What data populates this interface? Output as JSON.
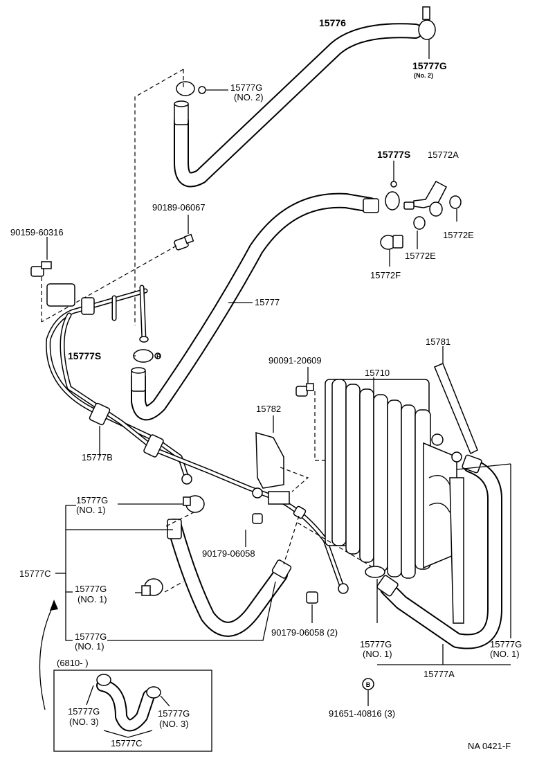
{
  "labels": {
    "hose_top": "15776",
    "clamp_top_right": "15777G",
    "clamp_top_right_sub": "(No. 2)",
    "clamp_top_left": "15777G",
    "clamp_top_left_sub": "(NO. 2)",
    "clip_s_top": "15777S",
    "bracket_top": "15772A",
    "bolt_a": "90189-06067",
    "bolt_b": "90159-60316",
    "grommet_e1": "15772E",
    "grommet_e2": "15772E",
    "collar_f": "15772F",
    "hose_mid": "15777",
    "clip_s_mid": "15777S",
    "bracket_rod": "15781",
    "bolt_c": "90091-20609",
    "cooler": "15710",
    "bracket_mid": "15782",
    "tube_b": "15777B",
    "clamp_no1_a": "15777G",
    "clamp_no1_a_sub": "(NO. 1)",
    "bolt_d": "90179-06058",
    "hose_assy_c": "15777C",
    "clamp_no1_b": "15777G",
    "clamp_no1_b_sub": "(NO. 1)",
    "clamp_no1_c": "15777G",
    "clamp_no1_c_sub": "(NO. 1)",
    "nut_e": "90179-06058 (2)",
    "clamp_no1_d": "15777G",
    "clamp_no1_d_sub": "(NO. 1)",
    "clamp_no1_e": "15777G",
    "clamp_no1_e_sub": "(NO. 1)",
    "hose_assy_a": "15777A",
    "date_range": "(6810-           )",
    "clamp_no3_a": "15777G",
    "clamp_no3_a_sub": "(NO. 3)",
    "clamp_no3_b": "15777G",
    "clamp_no3_b_sub": "(NO. 3)",
    "hose_assy_c_inset": "15777C",
    "circle_b": "B",
    "rivet": "91651-40816 (3)",
    "illustration_code": "NA 0421-F",
    "bolt_glyph": "B"
  }
}
